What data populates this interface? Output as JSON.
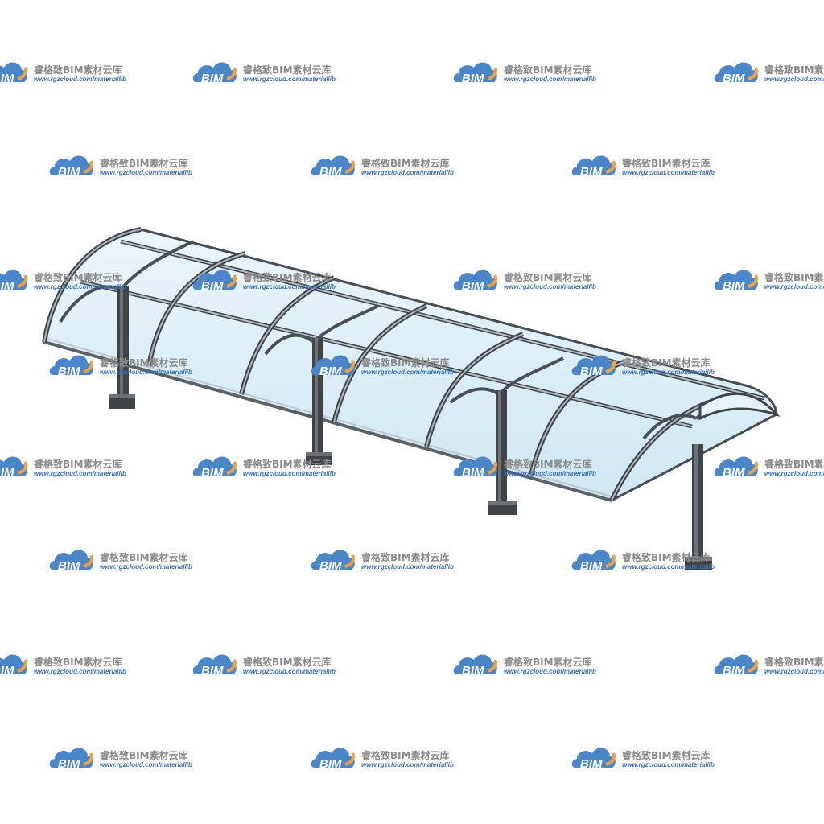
{
  "image": {
    "subject": "curved-glass-canopy",
    "colors": {
      "background": "#ffffff",
      "glass": "#d7eef7",
      "glass_edge": "#a9d6e8",
      "frame": "#7f8890",
      "frame_outline": "#3e454b",
      "post": "#3f4448",
      "post_light": "#6b7176"
    }
  },
  "watermark": {
    "name": "睿格致BIM素材云库",
    "url": "www.rgzcloud.com/materiallib",
    "logo_text": "BIM",
    "icon": "cloud-logo-icon",
    "colors": {
      "cloud_blue": "#4a86c8",
      "cloud_orange": "#f0a040",
      "text_gray": "#8a8a8a",
      "url_blue": "#3a6fb8"
    }
  }
}
